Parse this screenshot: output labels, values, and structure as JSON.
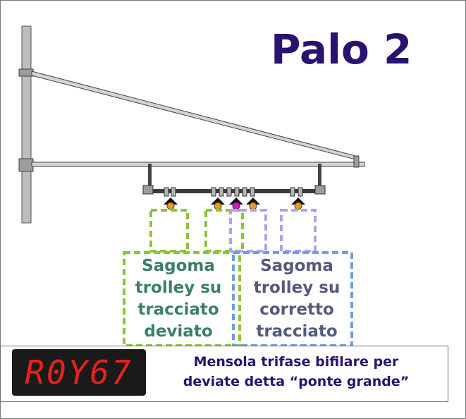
{
  "title": "Palo 2",
  "labels": {
    "green": [
      "Sagoma",
      "trolley su",
      "tracciato",
      "deviato"
    ],
    "blue": [
      "Sagoma",
      "trolley su",
      "corretto",
      "tracciato"
    ]
  },
  "display": {
    "code": "R0Y67",
    "caption_line1": "Mensola trifase bifilare per",
    "caption_line2": "deviate detta “ponte grande”"
  },
  "colors": {
    "title": "#2a136e",
    "green_outline": "#8cc43a",
    "blue_outline": "#6f9de8",
    "lilac_outline": "#a7a6f0",
    "green_text": "#3a7f66",
    "blue_text": "#545a7c",
    "led": "#e8211c",
    "pole": "#bdbdbd",
    "insulator_orange": "#e29a2e",
    "insulator_magenta": "#d417c6"
  }
}
